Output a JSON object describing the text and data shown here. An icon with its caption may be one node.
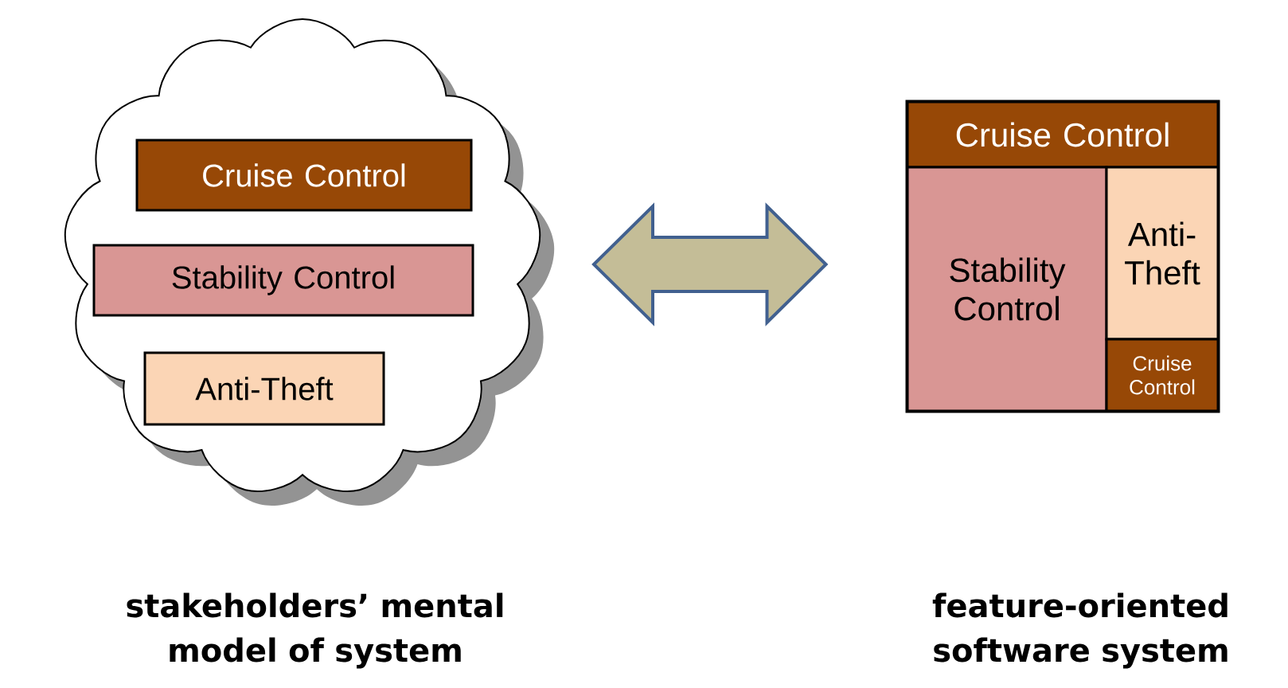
{
  "diagram": {
    "nodes": [
      {
        "text": [],
        "shape": "cloud"
      },
      {
        "text": [
          "Cruise Control"
        ],
        "in": 0
      },
      {
        "text": [
          "Stability Control"
        ],
        "in": 0
      },
      {
        "text": [
          "Anti-Theft"
        ],
        "in": 0
      },
      {
        "text": [],
        "shape": "box"
      },
      {
        "text": [
          "Cruise Control"
        ],
        "in": 4
      },
      {
        "text": [
          "Stability Control"
        ],
        "in": 4
      },
      {
        "text": [
          "Anti-Theft"
        ],
        "in": 4
      },
      {
        "text": [
          "Cruise Control"
        ],
        "in": 4
      }
    ],
    "edges": [
      {
        "from": 0,
        "to": 4,
        "arrow": "both"
      }
    ],
    "labels": [
      "stakeholders’ mental model of system",
      "feature-oriented software system"
    ]
  }
}
